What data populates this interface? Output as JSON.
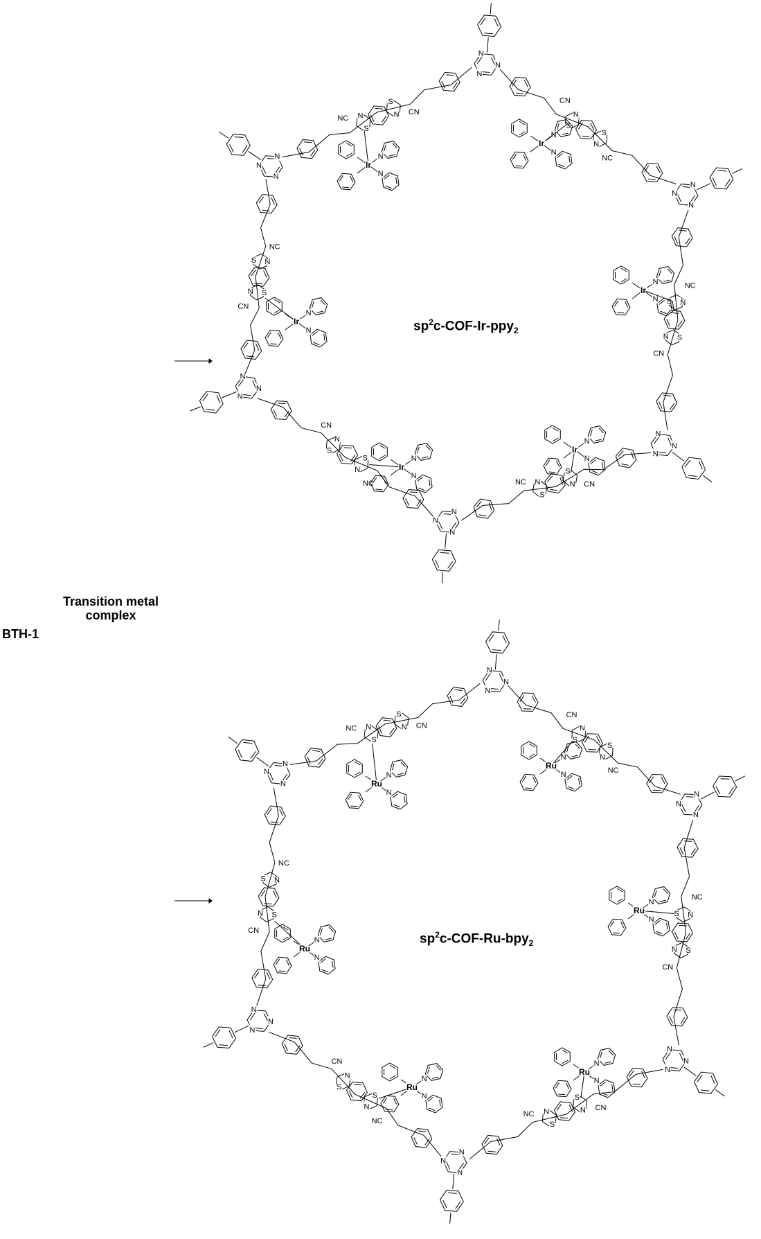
{
  "starting_material": "BTH-1",
  "reagent": {
    "line1": "Transition metal",
    "line2": "complex"
  },
  "products": [
    {
      "prefix": "sp",
      "sup": "2",
      "body": "c-COF-Ir-ppy",
      "sub": "2",
      "metal": "Ir"
    },
    {
      "prefix": "sp",
      "sup": "2",
      "body": "c-COF-Ru-bpy",
      "sub": "2",
      "metal": "Ru"
    }
  ],
  "atom_labels": {
    "N": "N",
    "S": "S",
    "CN": "CN",
    "NC": "NC"
  }
}
